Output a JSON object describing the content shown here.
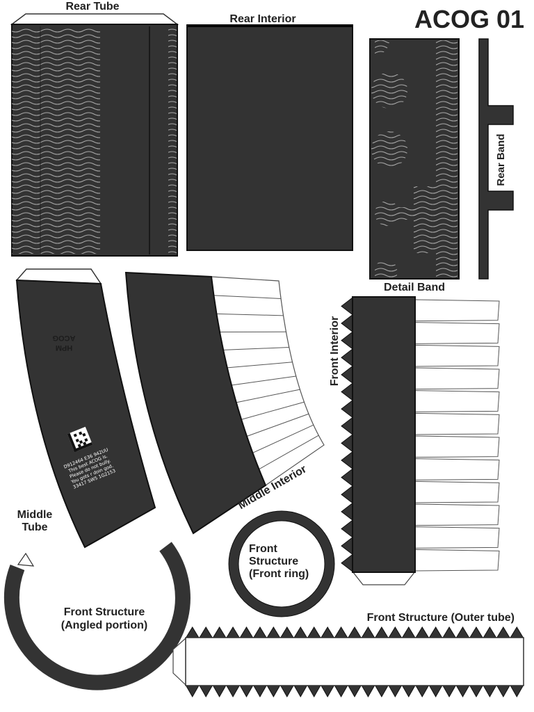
{
  "title": "ACOG 01",
  "labels": {
    "rear_tube": "Rear Tube",
    "rear_interior": "Rear Interior",
    "rear_band": "Rear Band",
    "detail_band": "Detail Band",
    "front_interior": "Front Interior",
    "middle_interior": "Middle Interior",
    "middle_tube_line1": "Middle",
    "middle_tube_line2": "Tube",
    "front_ring_line1": "Front",
    "front_ring_line2": "Structure",
    "front_ring_line3": "(Front ring)",
    "angled_line1": "Front Structure",
    "angled_line2": "(Angled portion)",
    "outer_tube": "Front Structure (Outer tube)"
  },
  "middle_tube_print": {
    "logo_line1": "HPM",
    "logo_line2": "ACOG",
    "serial_lines": [
      "D912464 E36 942UU",
      "This best ACOG is.",
      "Please do not bully.",
      "You gots r doin god.",
      "33417 SW5 1G2153"
    ]
  },
  "colors": {
    "part_fill": "#333333",
    "outline": "#111111",
    "wave": "#aaaaaa",
    "paper": "#ffffff"
  }
}
